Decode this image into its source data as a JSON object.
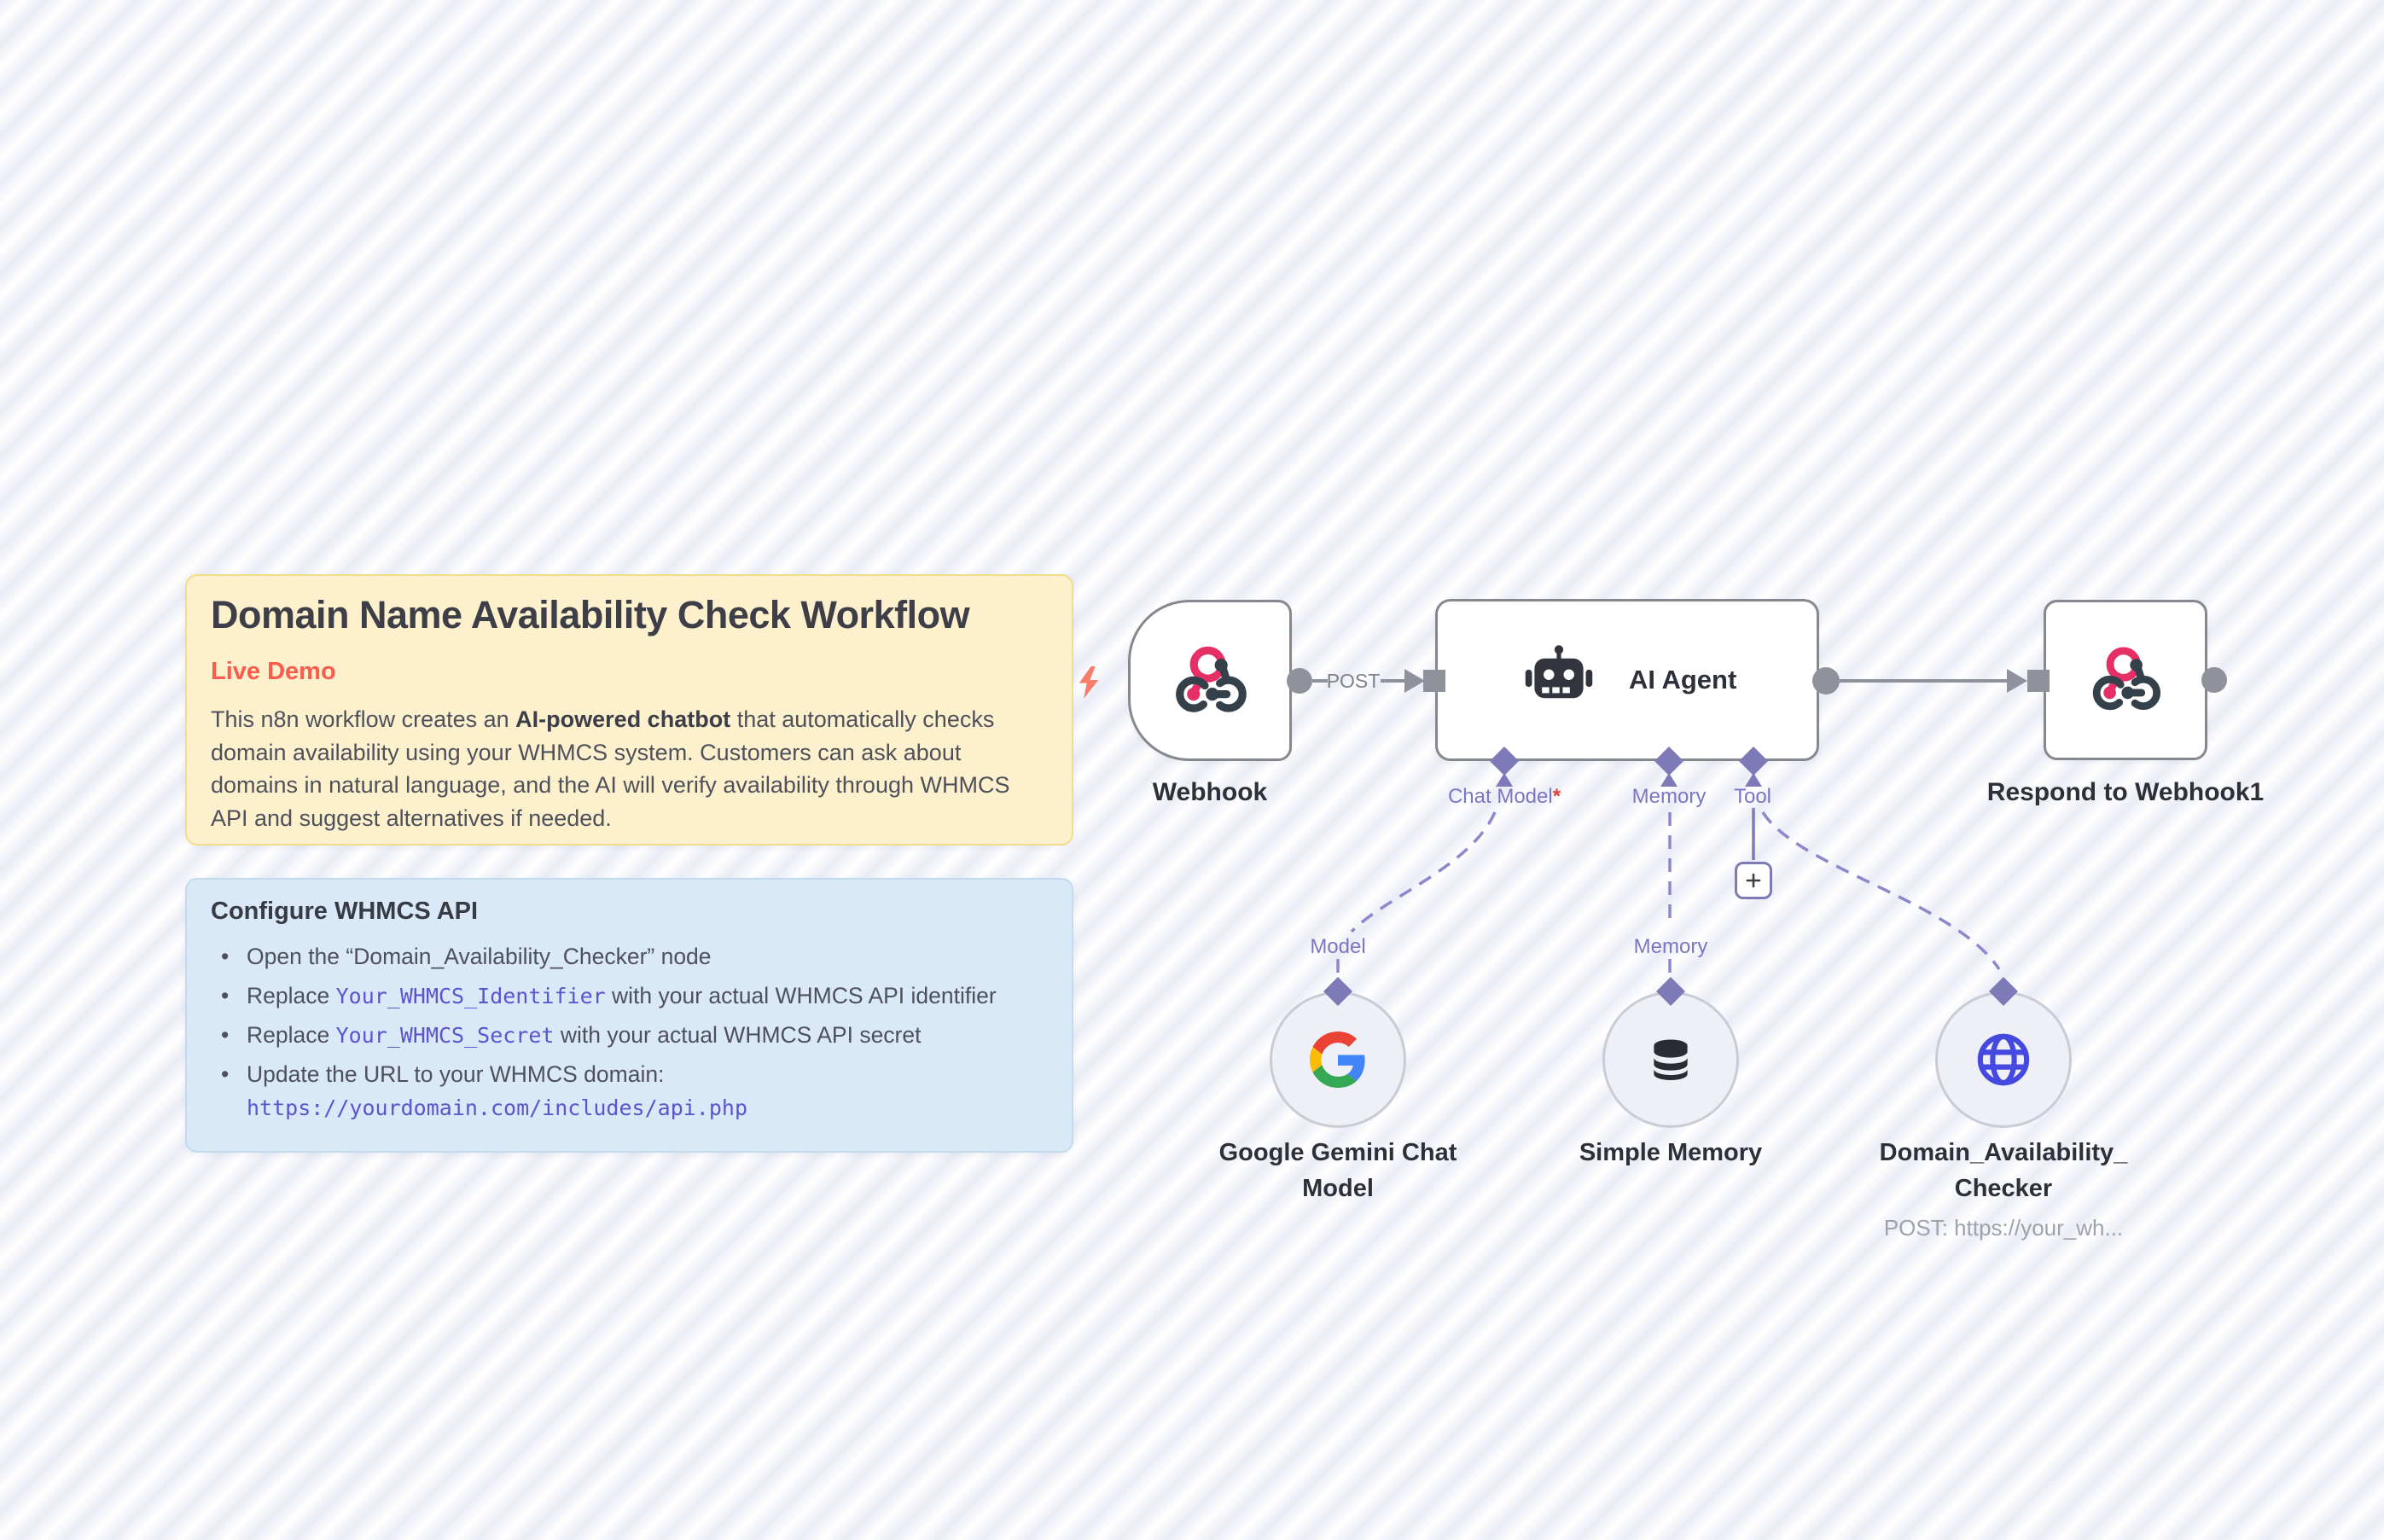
{
  "canvas": {
    "stripe_light": "#ffffff",
    "stripe_dark": "#eaecf6"
  },
  "sticky_yellow": {
    "title": "Domain Name Availability Check Workflow",
    "badge": "Live Demo",
    "body_pre": "This n8n workflow creates an ",
    "body_bold": "AI-powered chatbot",
    "body_post": " that automatically checks domain availability using your WHMCS system. Customers can ask about domains in natural language, and the AI will verify availability through WHMCS API and suggest alternatives if needed.",
    "bg": "#fcf1cc",
    "border": "#f2dc8d",
    "badge_color": "#fb5a4c"
  },
  "sticky_blue": {
    "heading": "Configure WHMCS API",
    "bullets": [
      {
        "pre": "Open the “Domain_Availability_Checker” node",
        "code": "",
        "post": ""
      },
      {
        "pre": "Replace ",
        "code": "Your_WHMCS_Identifier",
        "post": " with your actual WHMCS API identifier"
      },
      {
        "pre": "Replace ",
        "code": "Your_WHMCS_Secret",
        "post": " with your actual WHMCS API secret"
      },
      {
        "pre": "Update the URL to your WHMCS domain:",
        "code": "",
        "post": "",
        "link": "https://yourdomain.com/includes/api.php"
      }
    ],
    "bg": "#d9e9f7",
    "border": "#c3dbef",
    "code_color": "#5b54cf"
  },
  "nodes": {
    "webhook": {
      "label": "Webhook"
    },
    "ai_agent": {
      "label": "AI Agent",
      "ports": {
        "chat_model": "Chat Model",
        "chat_model_required": "*",
        "memory": "Memory",
        "tool": "Tool"
      }
    },
    "respond": {
      "label": "Respond to Webhook1"
    },
    "gemini": {
      "label_line1": "Google Gemini Chat",
      "label_line2": "Model",
      "port_label": "Model"
    },
    "simple_memory": {
      "label": "Simple Memory",
      "port_label": "Memory"
    },
    "checker": {
      "label_line1": "Domain_Availability_",
      "label_line2": "Checker",
      "subtitle": "POST: https://your_wh..."
    }
  },
  "connections": {
    "post_label": "POST"
  },
  "colors": {
    "node_border": "#85888f",
    "connector_gray": "#8f929a",
    "port_purple": "#7e7ab8",
    "dash_purple": "#8d88cb",
    "label_purple": "#7b76c4",
    "required_red": "#e04038",
    "bolt_coral": "#f87e6b",
    "globe_blue": "#4649e0",
    "webhook_pink": "#e62f66",
    "webhook_dark": "#35414a"
  }
}
